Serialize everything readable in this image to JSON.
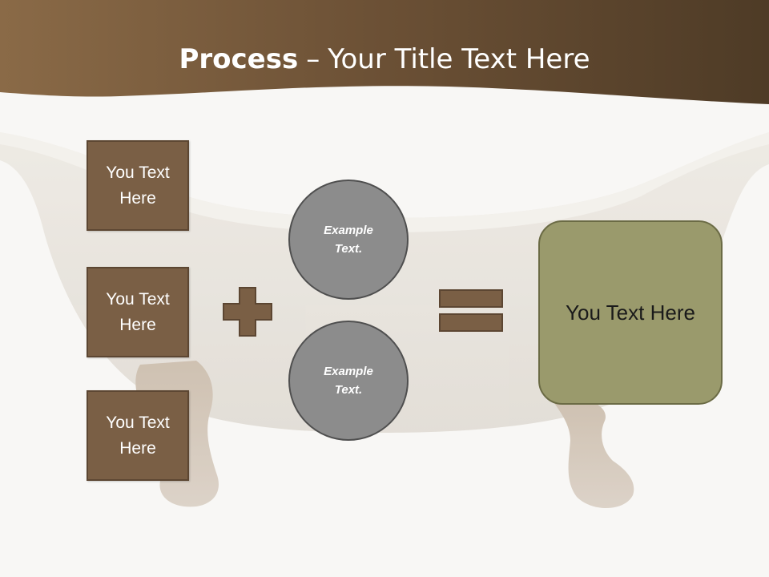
{
  "title": {
    "bold": "Process",
    "dash": "–",
    "rest": "Your Title Text Here"
  },
  "boxes": [
    {
      "label": "You Text Here"
    },
    {
      "label": "You Text Here"
    },
    {
      "label": "You Text Here"
    }
  ],
  "circles": [
    {
      "label": "Example Text."
    },
    {
      "label": "Example Text."
    }
  ],
  "operators": {
    "plus": "plus-icon",
    "equals": "equals-icon"
  },
  "result": {
    "label": "You Text Here"
  },
  "colors": {
    "header": "#6e5438",
    "box_fill": "#7a5f45",
    "circle_fill": "#8c8c8c",
    "result_fill": "#9a9a6c",
    "background": "#f8f7f5"
  }
}
